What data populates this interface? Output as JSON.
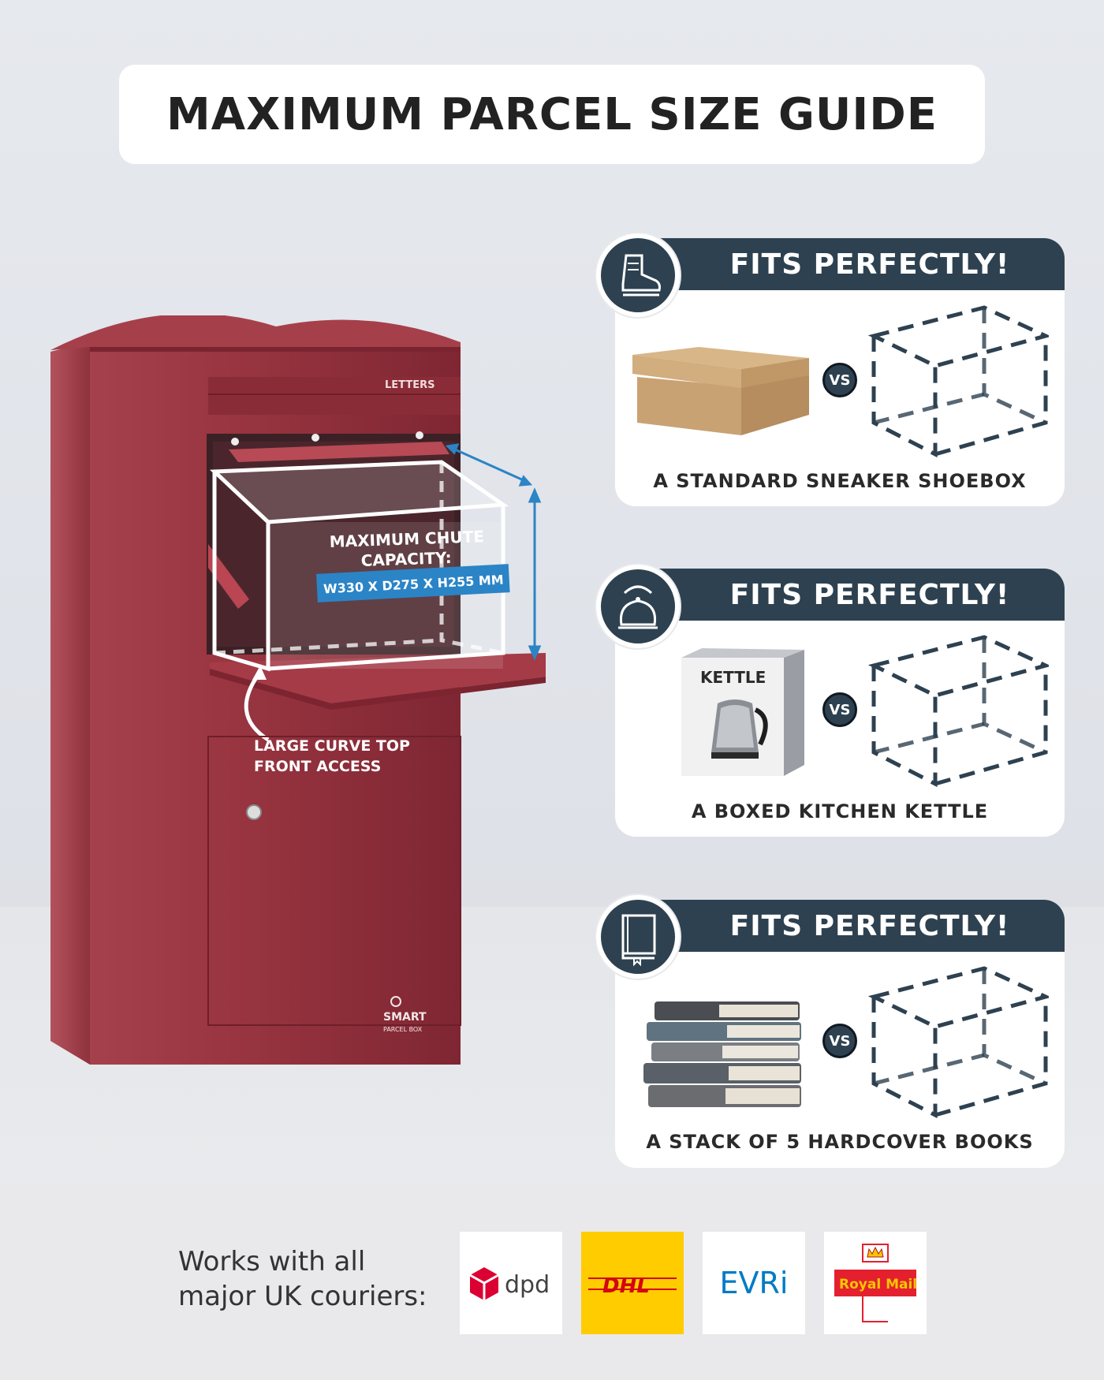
{
  "title": "MAXIMUM PARCEL SIZE GUIDE",
  "parcel_box": {
    "letters_label": "LETTERS",
    "chute_title_line1": "MAXIMUM CHUTE",
    "chute_title_line2": "CAPACITY:",
    "chute_dimensions": "W330 X D275 X H255 MM",
    "access_line1": "LARGE CURVE TOP",
    "access_line2": "FRONT ACCESS",
    "brand_line1": "SMART",
    "brand_line2": "PARCEL BOX",
    "body_color": "#8e2f3a"
  },
  "cards": [
    {
      "heading": "FITS PERFECTLY!",
      "icon": "boot-icon",
      "vs": "VS",
      "caption": "A STANDARD SNEAKER SHOEBOX"
    },
    {
      "heading": "FITS PERFECTLY!",
      "icon": "kettle-icon",
      "vs": "VS",
      "product_label": "KETTLE",
      "caption": "A BOXED KITCHEN KETTLE"
    },
    {
      "heading": "FITS PERFECTLY!",
      "icon": "book-icon",
      "vs": "VS",
      "caption": "A STACK OF 5 HARDCOVER BOOKS"
    }
  ],
  "couriers": {
    "line1": "Works with all",
    "line2": "major UK couriers:",
    "logos": [
      {
        "name": "dpd",
        "text": "dpd",
        "color": "#dc0032"
      },
      {
        "name": "dhl",
        "text": "DHL",
        "color": "#ffcc00"
      },
      {
        "name": "evri",
        "text": "EVRi",
        "color": "#007bc4"
      },
      {
        "name": "royal-mail",
        "text": "Royal Mail",
        "color": "#e4202e"
      }
    ]
  },
  "accent_navy": "#2e4150",
  "accent_blue": "#2b84c6"
}
